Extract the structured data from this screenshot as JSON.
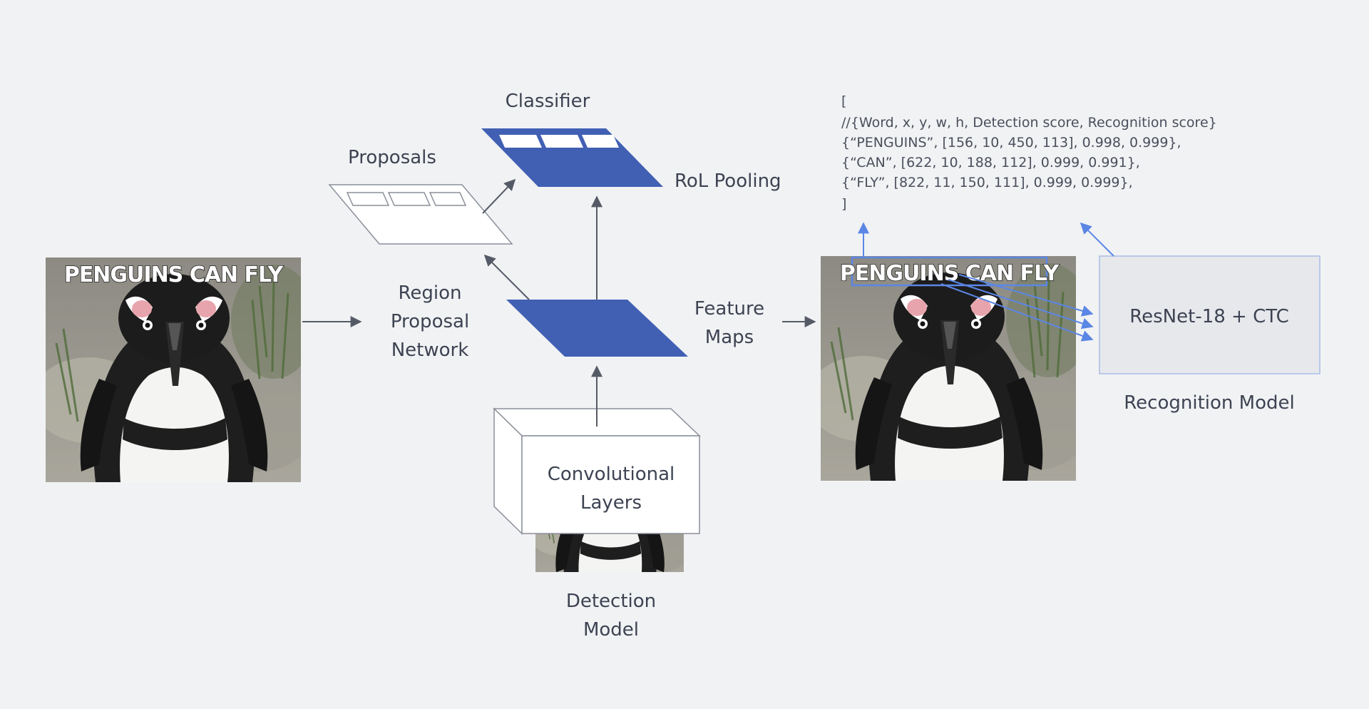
{
  "labels": {
    "classifier": "Classifier",
    "proposals": "Proposals",
    "roi_pooling": "RoL Pooling",
    "rpn_line1": "Region",
    "rpn_line2": "Proposal",
    "rpn_line3": "Network",
    "feature_maps_line1": "Feature",
    "feature_maps_line2": "Maps",
    "conv_line1": "Convolutional",
    "conv_line2": "Layers",
    "detection_line1": "Detection",
    "detection_line2": "Model",
    "recognition_box": "ResNet-18 + CTC",
    "recognition_model": "Recognition Model"
  },
  "images": {
    "input_caption": "PENGUINS CAN FLY",
    "output_caption": "PENGUINS CAN FLY"
  },
  "output_json": {
    "open_bracket": "[",
    "comment": "//{Word, x, y, w, h, Detection score, Recognition score}",
    "rows": [
      "{“PENGUINS”, [156, 10, 450, 113], 0.998, 0.999},",
      "{“CAN”, [622, 10, 188, 112], 0.999, 0.991},",
      "{“FLY”, [822, 11, 150, 111], 0.999, 0.999},"
    ],
    "close_bracket": "]"
  },
  "colors": {
    "background": "#f1f2f4",
    "accent_blue": "#4160b4",
    "link_blue": "#5b86e5",
    "text": "#3d4352",
    "arrow_gray": "#555b66"
  }
}
